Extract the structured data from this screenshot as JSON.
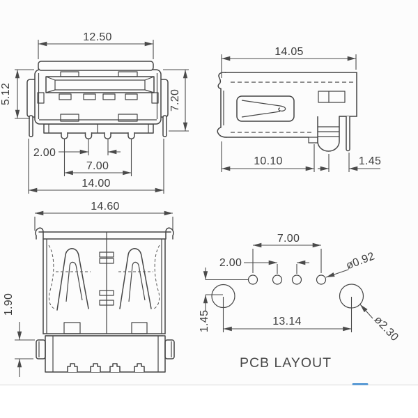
{
  "drawing_type": "technical-drawing-usb-a-connector",
  "colors": {
    "line": "#454545",
    "dimension": "#4a4a4a",
    "text": "#3c3c3c",
    "background": "#fcfcfc",
    "divider": "#e7e7e7",
    "accent_blue": "#5b9bd5"
  },
  "front_view": {
    "dim_top_width": "12.50",
    "dim_left_height": "5.12",
    "dim_right_height": "7.20",
    "dim_pin_pitch": "2.00",
    "dim_pin_span": "7.00",
    "dim_overall_width": "14.00"
  },
  "side_view": {
    "dim_depth": "14.05",
    "dim_pin_position": "10.10",
    "dim_lock_pin_offset": "1.45"
  },
  "rear_view": {
    "dim_overall_width": "14.60",
    "dim_tab_height": "1.90"
  },
  "pcb_layout": {
    "title": "PCB LAYOUT",
    "dim_pin_span": "7.00",
    "dim_pin_pitch": "2.00",
    "dim_pin_hole_dia": "ø0.92",
    "dim_row_offset": "1.45",
    "dim_mount_span": "13.14",
    "dim_mount_hole_dia": "ø2.30"
  }
}
